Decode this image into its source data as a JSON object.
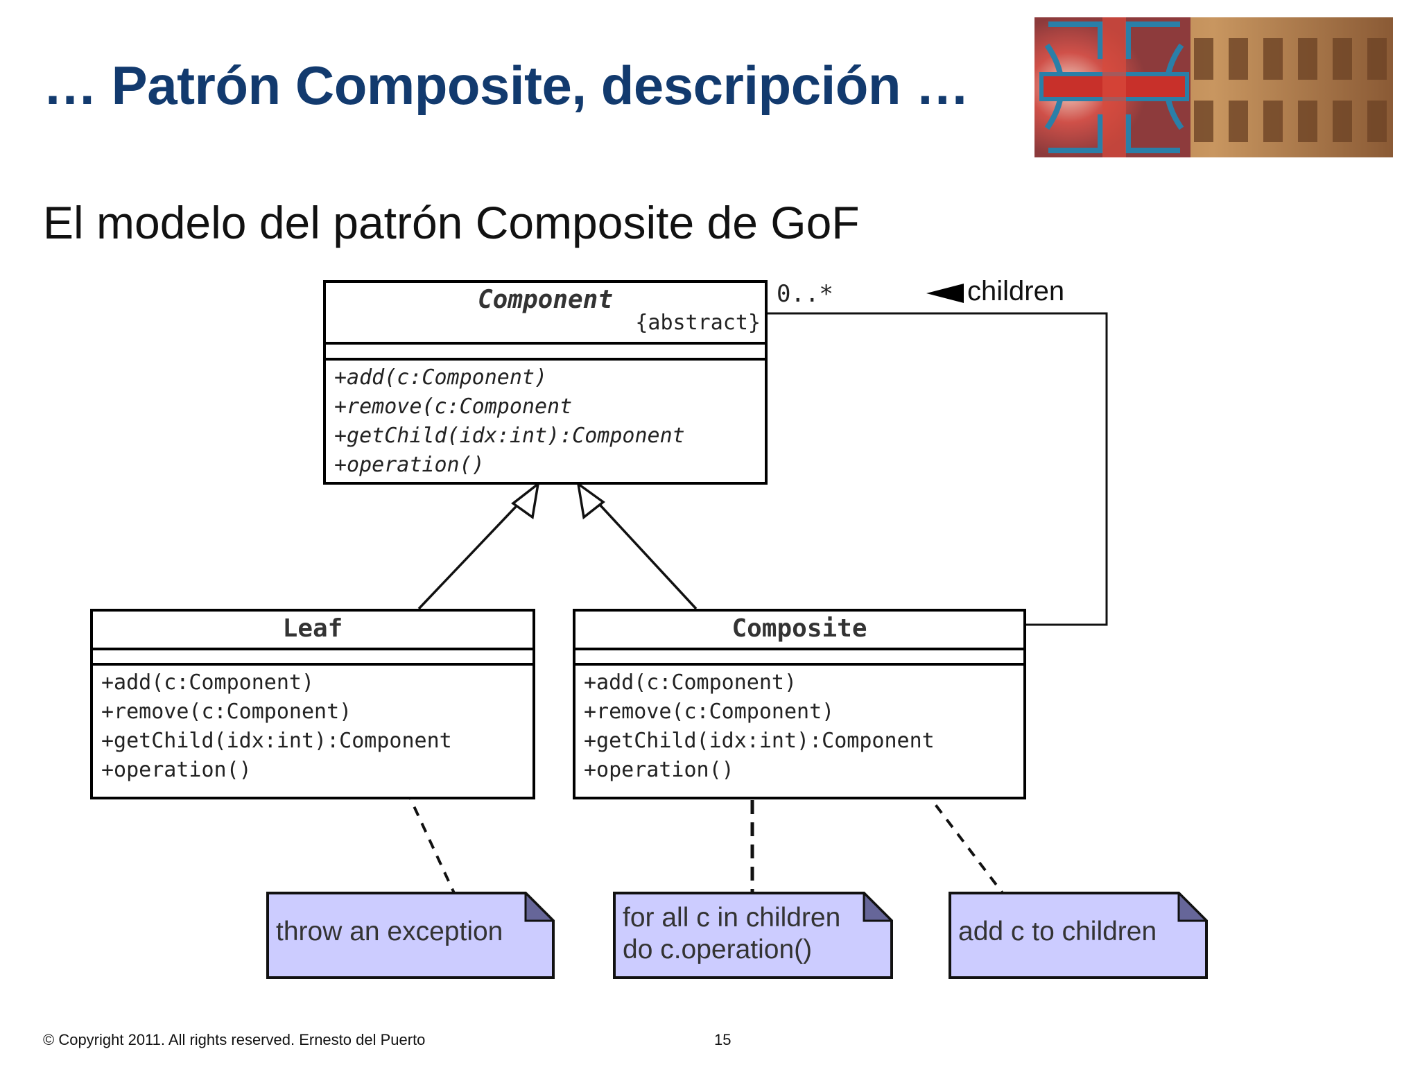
{
  "slide": {
    "title": "… Patrón Composite, descripción …",
    "subtitle": "El modelo del patrón Composite de GoF",
    "footer_copyright": "© Copyright 2011. All rights reserved. Ernesto del  Puerto",
    "page_number": "15"
  },
  "diagram": {
    "component": {
      "name": "Component",
      "stereotype": "{abstract}",
      "operations": [
        "+add(c:Component)",
        "+remove(c:Component",
        "+getChild(idx:int):Component",
        "+operation()"
      ]
    },
    "leaf": {
      "name": "Leaf",
      "operations": [
        "+add(c:Component)",
        "+remove(c:Component)",
        "+getChild(idx:int):Component",
        "+operation()"
      ]
    },
    "composite": {
      "name": "Composite",
      "operations": [
        "+add(c:Component)",
        "+remove(c:Component)",
        "+getChild(idx:int):Component",
        "+operation()"
      ]
    },
    "association": {
      "multiplicity": "0..*",
      "role": "children"
    },
    "notes": {
      "leaf_note": "throw an exception",
      "composite_operation_note_line1": "for all c in children",
      "composite_operation_note_line2": "do c.operation()",
      "composite_add_note": "add c to children"
    },
    "colors": {
      "note_fill": "#ccccff",
      "note_fold": "#666699",
      "title": "#123a6e"
    }
  }
}
